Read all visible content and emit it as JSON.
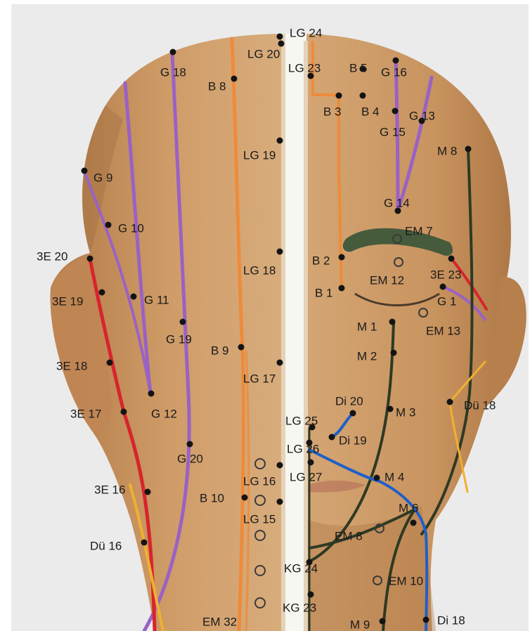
{
  "image": {
    "subject": "acupuncture point chart of a human head",
    "colors": {
      "background": "#ebebeb",
      "skin": "#c9955f",
      "skin_shadow": "#a8703f",
      "midline_gap": "#f7f7f2",
      "meridian_purple": "#9a62c4",
      "meridian_orange": "#ee8b3a",
      "meridian_red": "#d8242c",
      "meridian_yellow": "#f0b030",
      "meridian_dark": "#2e3a24",
      "meridian_blue": "#1f5fc9",
      "point": "#141414"
    }
  },
  "points": [
    {
      "label": "LG 24"
    },
    {
      "label": "LG 20"
    },
    {
      "label": "LG 23"
    },
    {
      "label": "B 5"
    },
    {
      "label": "G 16"
    },
    {
      "label": "G 18"
    },
    {
      "label": "B 8"
    },
    {
      "label": "B 3"
    },
    {
      "label": "B 4"
    },
    {
      "label": "G 13"
    },
    {
      "label": "G 15"
    },
    {
      "label": "M 8"
    },
    {
      "label": "LG 19"
    },
    {
      "label": "G 9"
    },
    {
      "label": "G 14"
    },
    {
      "label": "G 10"
    },
    {
      "label": "EM 7"
    },
    {
      "label": "3E 20"
    },
    {
      "label": "LG 18"
    },
    {
      "label": "B 2"
    },
    {
      "label": "EM 12"
    },
    {
      "label": "3E 23"
    },
    {
      "label": "3E 19"
    },
    {
      "label": "G 11"
    },
    {
      "label": "B 1"
    },
    {
      "label": "G 1"
    },
    {
      "label": "M 1"
    },
    {
      "label": "EM 13"
    },
    {
      "label": "G 19"
    },
    {
      "label": "B 9"
    },
    {
      "label": "M 2"
    },
    {
      "label": "3E 18"
    },
    {
      "label": "LG 17"
    },
    {
      "label": "Di 20"
    },
    {
      "label": "Dü 18"
    },
    {
      "label": "3E 17"
    },
    {
      "label": "G 12"
    },
    {
      "label": "LG 25"
    },
    {
      "label": "M 3"
    },
    {
      "label": "Di 19"
    },
    {
      "label": "LG 26"
    },
    {
      "label": "G 20"
    },
    {
      "label": "LG 16"
    },
    {
      "label": "LG 27"
    },
    {
      "label": "M 4"
    },
    {
      "label": "3E 16"
    },
    {
      "label": "B 10"
    },
    {
      "label": "LG 15"
    },
    {
      "label": "M 6"
    },
    {
      "label": "EM 8"
    },
    {
      "label": "Dü 16"
    },
    {
      "label": "KG 24"
    },
    {
      "label": "EM 10"
    },
    {
      "label": "KG 23"
    },
    {
      "label": "EM 32"
    },
    {
      "label": "M 9"
    },
    {
      "label": "Di 18"
    }
  ]
}
